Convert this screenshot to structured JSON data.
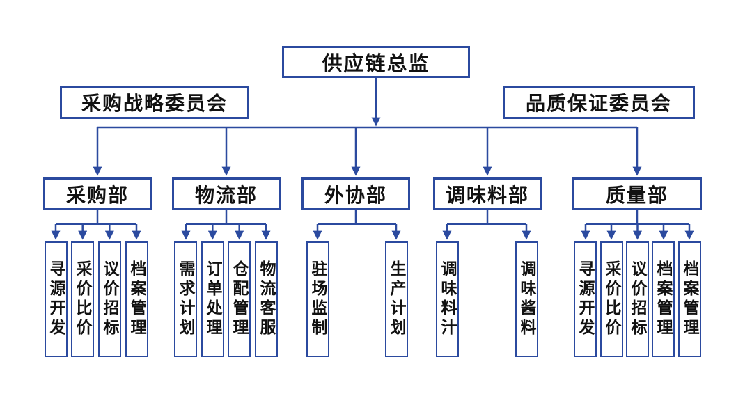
{
  "root": {
    "label": "供应链总监"
  },
  "committees": [
    {
      "label": "采购战略委员会"
    },
    {
      "label": "品质保证委员会"
    }
  ],
  "departments": [
    {
      "label": "采购部",
      "children": [
        "寻源开发",
        "采价比价",
        "议价招标",
        "档案管理"
      ]
    },
    {
      "label": "物流部",
      "children": [
        "需求计划",
        "订单处理",
        "仓配管理",
        "物流客服"
      ]
    },
    {
      "label": "外协部",
      "children": [
        "驻场监制",
        "生产计划"
      ]
    },
    {
      "label": "调味料部",
      "children": [
        "调味料汁",
        "调味酱料"
      ]
    },
    {
      "label": "质量部",
      "children": [
        "寻源开发",
        "采价比价",
        "议价招标",
        "档案管理",
        "档案管理"
      ]
    }
  ],
  "colors": {
    "line": "#2b4a9f",
    "text": "#111111",
    "background": "#ffffff"
  }
}
